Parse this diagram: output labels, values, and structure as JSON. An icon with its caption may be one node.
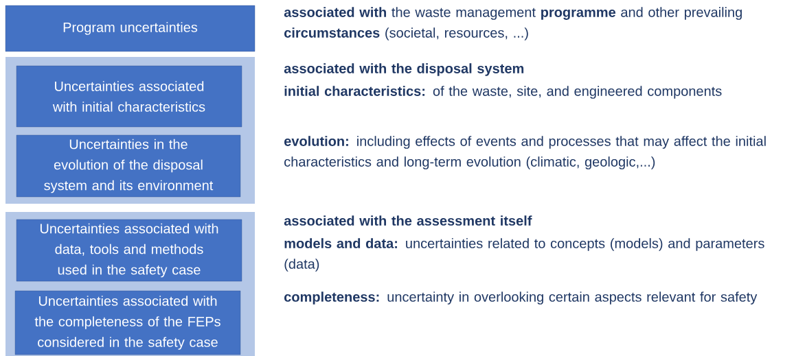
{
  "diagram": {
    "nodes": [
      {
        "text": [
          "Program uncertainties"
        ],
        "beside": [
          "**associated with** the waste management **programme** and other prevailing **circumstances** (societal, resources, ...)"
        ]
      },
      {
        "text": [],
        "shape": "box",
        "beside": [
          "associated with the disposal system",
          "**initial characteristics:** of the waste, site, and engineered components",
          "**evolution:** including effects of events and processes that may affect the initial characteristics and long-term evolution (climatic, geologic,...)"
        ]
      },
      {
        "text": [
          "Uncertainties associated with initial characteristics"
        ],
        "in": 1
      },
      {
        "text": [
          "Uncertainties in the evolution of the disposal system and its environment"
        ],
        "in": 1
      },
      {
        "text": [],
        "shape": "box",
        "beside": [
          "associated with the assessment itself",
          "**models and data:** uncertainties related to concepts (models) and parameters (data)",
          "**completeness:** uncertainty in overlooking certain aspects relevant for safety"
        ]
      },
      {
        "text": [
          "Uncertainties associated with data, tools and methods used in the safety case"
        ],
        "in": 4
      },
      {
        "text": [
          "Uncertainties associated with the completeness of the FEPs considered in the safety case"
        ],
        "in": 4
      }
    ]
  }
}
